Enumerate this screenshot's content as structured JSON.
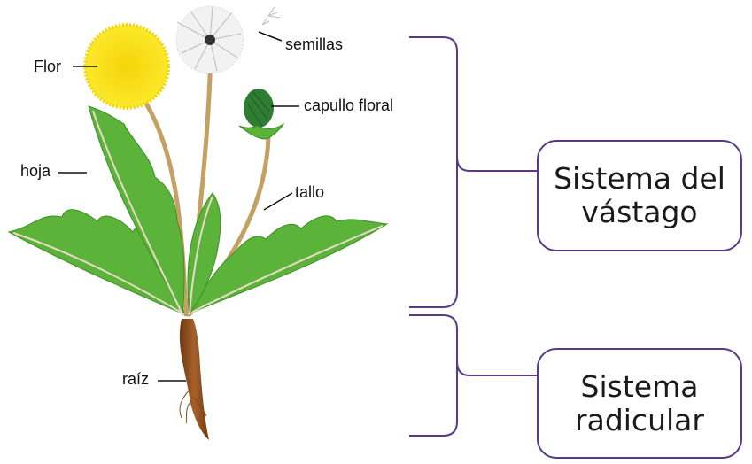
{
  "labels": {
    "flower": "Flor",
    "seeds": "semillas",
    "bud": "capullo floral",
    "leaf": "hoja",
    "stem": "tallo",
    "root": "raíz"
  },
  "systems": {
    "shoot": {
      "line1": "Sistema del",
      "line2": "vástago"
    },
    "root": {
      "line1": "Sistema",
      "line2": "radicular"
    }
  },
  "colors": {
    "bracket": "#5a3a86",
    "leaf": "#5cb33a",
    "leaf_dark": "#3f8f27",
    "flower": "#f7e01a",
    "stalk": "#c9a56a",
    "root": "#8b4a1f",
    "bud": "#2e7d32"
  }
}
